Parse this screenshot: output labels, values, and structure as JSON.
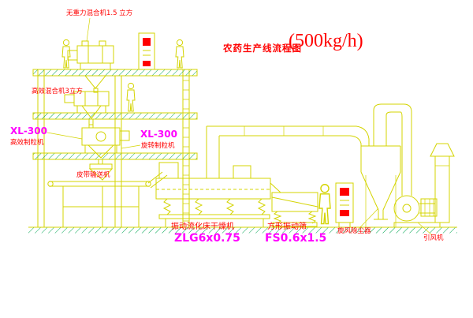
{
  "title": {
    "text": "农药生产线流程图",
    "capacity": "(500kg/h)"
  },
  "equipment_labels": {
    "gravity_mixer": "无重力混合机1.5 立方",
    "high_efficiency_mixer": "高效混合机3立方",
    "granulator_left": {
      "model": "XL-300",
      "name": "高效制粒机"
    },
    "granulator_center": {
      "model": "XL-300",
      "name": "旋转制粒机"
    },
    "belt_conveyor": "皮带输送机",
    "fluid_bed_dryer": {
      "name": "振动流化床干燥机",
      "model": "ZLG6x0.75"
    },
    "vibrating_sieve": {
      "name": "方形振动筛",
      "model": "FS0.6x1.5"
    },
    "cyclone": "旋风除尘器",
    "induced_draft_fan": "引风机"
  },
  "colors": {
    "line": "#d4d400",
    "hatch_green": "#00a551",
    "label_red": "#ff0000",
    "model_magenta": "#ff00ff",
    "background": "#ffffff"
  }
}
